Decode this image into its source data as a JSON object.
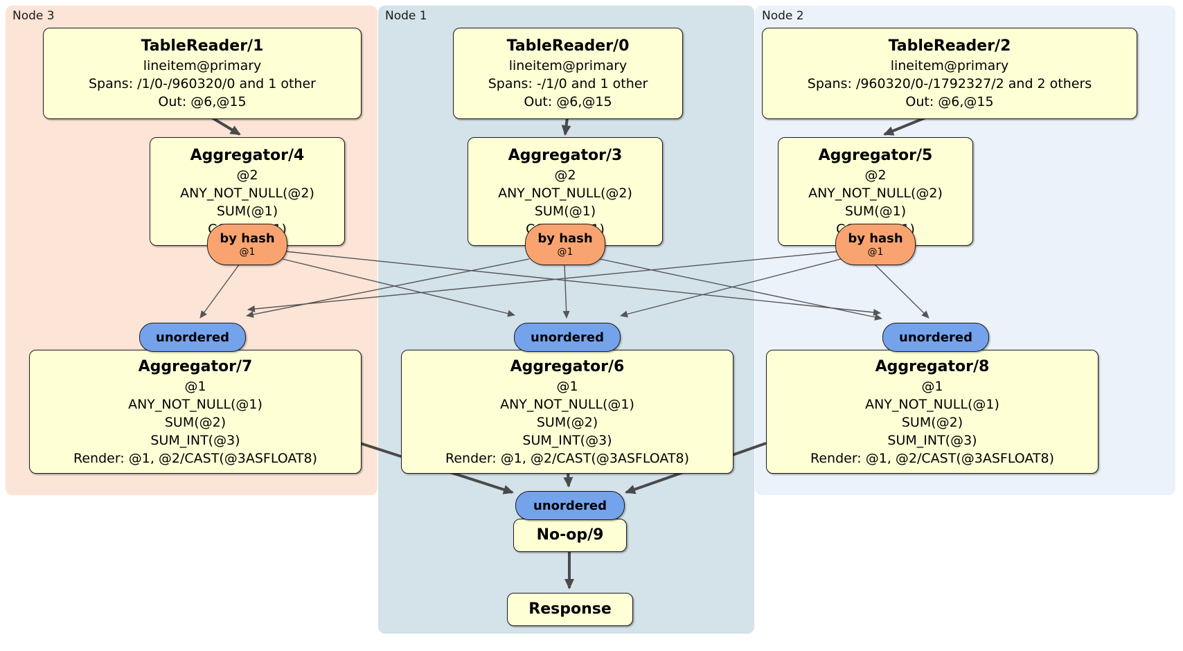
{
  "regions": {
    "node3": {
      "label": "Node 3"
    },
    "node1": {
      "label": "Node 1"
    },
    "node2": {
      "label": "Node 2"
    }
  },
  "colors": {
    "node3_bg": "#fce4d6",
    "node1_bg": "#d4e2ea",
    "node2_bg": "#ecf2fa",
    "processor_bg": "#ffffd6",
    "router_bg": "#f9a470",
    "sync_bg": "#74a3ec",
    "edge": "#4a4a4a"
  },
  "processors": {
    "tablereader1": {
      "title": "TableReader/1",
      "lines": [
        "lineitem@primary",
        "Spans: /1/0-/960320/0 and 1 other",
        "Out: @6,@15"
      ]
    },
    "tablereader0": {
      "title": "TableReader/0",
      "lines": [
        "lineitem@primary",
        "Spans: -/1/0 and 1 other",
        "Out: @6,@15"
      ]
    },
    "tablereader2": {
      "title": "TableReader/2",
      "lines": [
        "lineitem@primary",
        "Spans: /960320/0-/1792327/2 and 2 others",
        "Out: @6,@15"
      ]
    },
    "aggregator4": {
      "title": "Aggregator/4",
      "lines": [
        "@2",
        "ANY_NOT_NULL(@2)",
        "SUM(@1)",
        "COUNT(@1)"
      ]
    },
    "aggregator3": {
      "title": "Aggregator/3",
      "lines": [
        "@2",
        "ANY_NOT_NULL(@2)",
        "SUM(@1)",
        "COUNT(@1)"
      ]
    },
    "aggregator5": {
      "title": "Aggregator/5",
      "lines": [
        "@2",
        "ANY_NOT_NULL(@2)",
        "SUM(@1)",
        "COUNT(@1)"
      ]
    },
    "aggregator7": {
      "title": "Aggregator/7",
      "lines": [
        "@1",
        "ANY_NOT_NULL(@1)",
        "SUM(@2)",
        "SUM_INT(@3)",
        "Render: @1, @2/CAST(@3ASFLOAT8)"
      ]
    },
    "aggregator6": {
      "title": "Aggregator/6",
      "lines": [
        "@1",
        "ANY_NOT_NULL(@1)",
        "SUM(@2)",
        "SUM_INT(@3)",
        "Render: @1, @2/CAST(@3ASFLOAT8)"
      ]
    },
    "aggregator8": {
      "title": "Aggregator/8",
      "lines": [
        "@1",
        "ANY_NOT_NULL(@1)",
        "SUM(@2)",
        "SUM_INT(@3)",
        "Render: @1, @2/CAST(@3ASFLOAT8)"
      ]
    },
    "noop9": {
      "title": "No-op/9"
    },
    "response": {
      "title": "Response"
    }
  },
  "routers": {
    "byhash4": {
      "label": "by hash",
      "detail": "@1"
    },
    "byhash3": {
      "label": "by hash",
      "detail": "@1"
    },
    "byhash5": {
      "label": "by hash",
      "detail": "@1"
    }
  },
  "syncs": {
    "left": {
      "label": "unordered"
    },
    "mid": {
      "label": "unordered"
    },
    "right": {
      "label": "unordered"
    },
    "bottom": {
      "label": "unordered"
    }
  }
}
